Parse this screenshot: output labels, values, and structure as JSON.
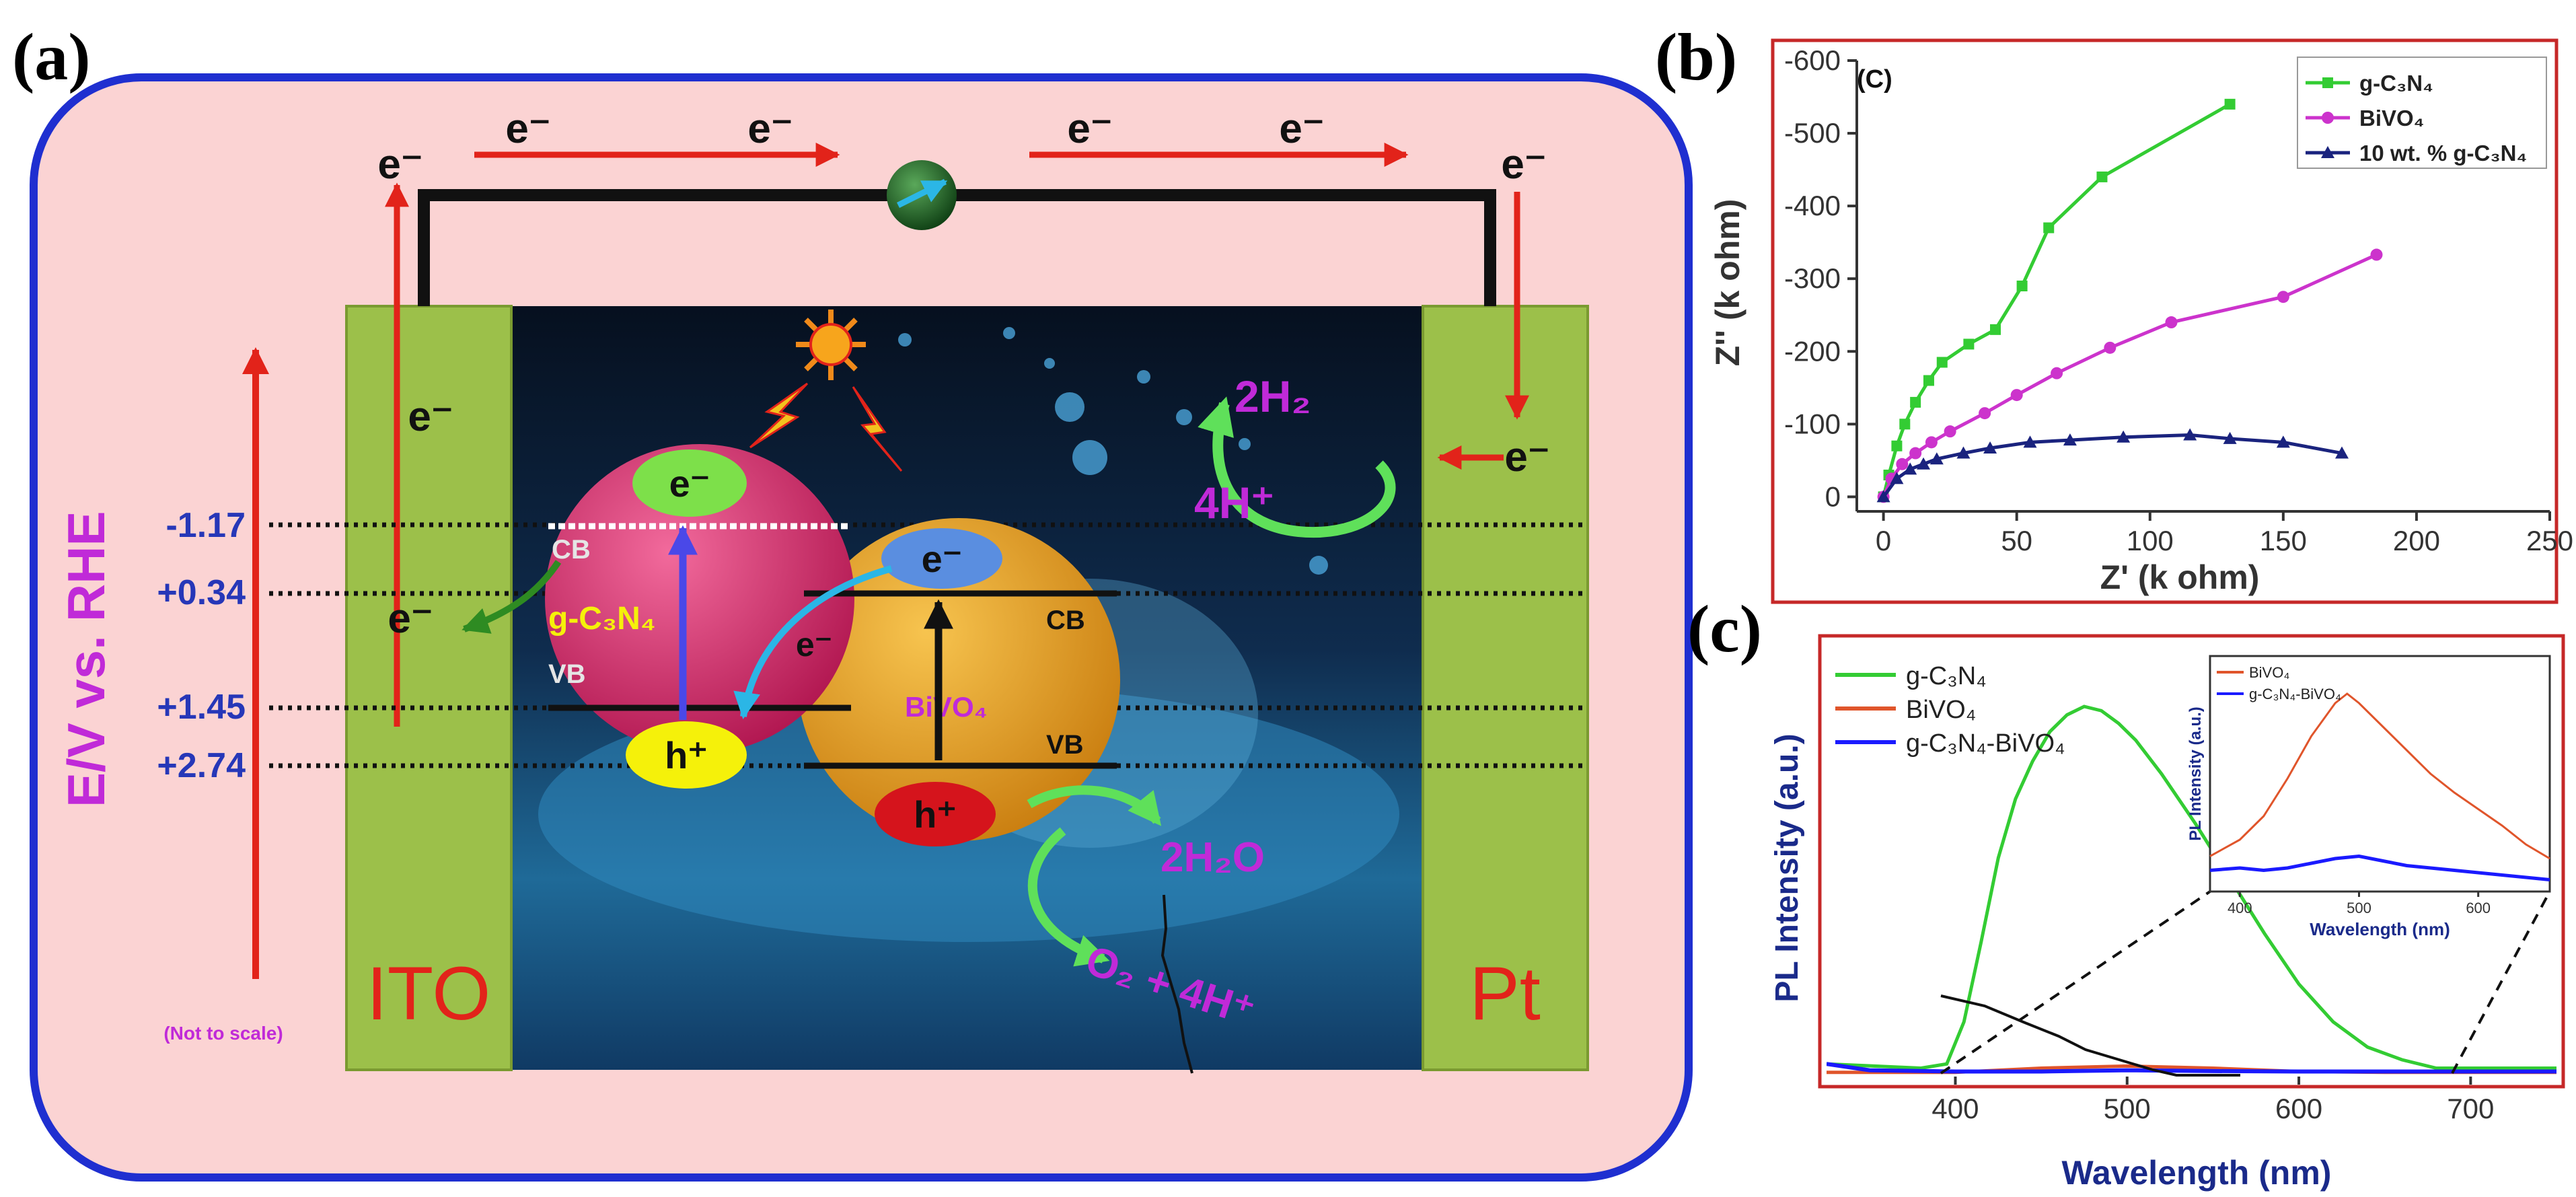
{
  "colors": {
    "outer_border": "#1f2fd0",
    "panel_bg": "#f9cfcf",
    "electrode": "#9cc04a",
    "water_dark": "#0d1d33",
    "gcn_sphere": "#d82a6b",
    "bivo4_sphere": "#e9a21e",
    "red_arrow": "#e2231a",
    "green_arrow": "#2e8b22",
    "green_outline": "#5fe05a",
    "purple_text": "#c02ad8",
    "blue_text": "#2637b8",
    "chart_green": "#33cc33",
    "chart_magenta": "#cc33cc",
    "chart_navy": "#1a237e",
    "chart_orange": "#e0552b",
    "chart_blue": "#1a1aff",
    "chart_frame": "#c62828"
  },
  "panel_a": {
    "letter": "(a)",
    "electron": "e⁻",
    "hole": "h⁺",
    "left_electrode": "ITO",
    "right_electrode": "Pt",
    "axis_label_e": "E/V vs.",
    "axis_label_rhe": "RHE",
    "note": "(Not to scale)",
    "potentials": [
      "-1.17",
      "+0.34",
      "+1.45",
      "+2.74"
    ],
    "gcn_label": "g-C₃N₄",
    "bivo4_label": "BiVO₄",
    "cb": "CB",
    "vb": "VB",
    "h2": "2H₂",
    "four_h_plus": "4H⁺",
    "water": "2H₂O",
    "oxygen": "O₂ + 4H⁺"
  },
  "panel_b": {
    "letter": "(b)",
    "inset_tag": "(C)",
    "chart_data": {
      "type": "line",
      "xlabel": "Z' (k ohm)",
      "ylabel": "Z'' (k ohm)",
      "xlim": [
        -10,
        250
      ],
      "ylim": [
        20,
        -600
      ],
      "xticks": [
        "0",
        "50",
        "100",
        "150",
        "200",
        "250"
      ],
      "yticks": [
        "0",
        "-100",
        "-200",
        "-300",
        "-400",
        "-500",
        "-600"
      ],
      "legend_position": "top-right",
      "series": [
        {
          "name": "g-C₃N₄",
          "marker": "square",
          "x": [
            0,
            2,
            5,
            8,
            12,
            17,
            22,
            32,
            42,
            52,
            62,
            82,
            130
          ],
          "y": [
            0,
            -30,
            -70,
            -100,
            -130,
            -160,
            -185,
            -210,
            -230,
            -290,
            -370,
            -440,
            -540
          ]
        },
        {
          "name": "BiVO₄",
          "marker": "circle",
          "x": [
            0,
            3,
            7,
            12,
            18,
            25,
            38,
            50,
            65,
            85,
            108,
            150,
            185
          ],
          "y": [
            0,
            -25,
            -45,
            -60,
            -75,
            -90,
            -115,
            -140,
            -170,
            -205,
            -240,
            -275,
            -333
          ]
        },
        {
          "name": "10 wt. % g-C₃N₄",
          "marker": "triangle",
          "x": [
            0,
            5,
            10,
            15,
            20,
            30,
            40,
            55,
            70,
            90,
            115,
            130,
            150,
            172
          ],
          "y": [
            0,
            -25,
            -38,
            -45,
            -52,
            -60,
            -67,
            -75,
            -78,
            -82,
            -85,
            -80,
            -75,
            -60
          ]
        }
      ]
    }
  },
  "panel_c": {
    "letter": "(c)",
    "chart_data": {
      "type": "line",
      "xlabel": "Wavelength (nm)",
      "ylabel": "PL Intensity (a.u.)",
      "xlim": [
        325,
        750
      ],
      "ylim": [
        0,
        1
      ],
      "xticks": [
        "400",
        "500",
        "600",
        "700"
      ],
      "legend_position": "top-left",
      "series": [
        {
          "name": "g-C₃N₄",
          "x": [
            325,
            380,
            395,
            405,
            415,
            425,
            435,
            445,
            455,
            465,
            475,
            485,
            495,
            505,
            520,
            540,
            560,
            580,
            600,
            620,
            640,
            660,
            680,
            700,
            750
          ],
          "y": [
            0.03,
            0.02,
            0.03,
            0.13,
            0.32,
            0.52,
            0.66,
            0.75,
            0.82,
            0.86,
            0.88,
            0.87,
            0.84,
            0.8,
            0.72,
            0.6,
            0.47,
            0.34,
            0.22,
            0.13,
            0.07,
            0.04,
            0.02,
            0.02,
            0.02
          ]
        },
        {
          "name": "BiVO₄",
          "x": [
            325,
            400,
            450,
            500,
            550,
            600,
            650,
            700,
            750
          ],
          "y": [
            0.01,
            0.01,
            0.02,
            0.025,
            0.02,
            0.012,
            0.01,
            0.01,
            0.01
          ]
        },
        {
          "name": "g-C₃N₄-BiVO₄",
          "x": [
            325,
            350,
            400,
            450,
            500,
            550,
            600,
            650,
            700,
            750
          ],
          "y": [
            0.03,
            0.015,
            0.012,
            0.012,
            0.015,
            0.013,
            0.012,
            0.012,
            0.012,
            0.012
          ]
        }
      ],
      "inset": {
        "xlabel": "Wavelength (nm)",
        "ylabel": "PL Intensity (a.u.)",
        "xlim": [
          375,
          660
        ],
        "xticks": [
          "400",
          "500",
          "600"
        ],
        "series": [
          {
            "name": "BiVO₄",
            "x": [
              375,
              400,
              420,
              440,
              460,
              480,
              490,
              500,
              520,
              540,
              560,
              580,
              600,
              620,
              640,
              660
            ],
            "y": [
              0.15,
              0.22,
              0.32,
              0.48,
              0.66,
              0.8,
              0.84,
              0.8,
              0.7,
              0.6,
              0.5,
              0.42,
              0.35,
              0.28,
              0.2,
              0.14
            ]
          },
          {
            "name": "g-C₃N₄-BiVO₄",
            "x": [
              375,
              400,
              420,
              440,
              460,
              480,
              500,
              520,
              540,
              560,
              580,
              600,
              620,
              640,
              660
            ],
            "y": [
              0.09,
              0.1,
              0.09,
              0.1,
              0.12,
              0.14,
              0.15,
              0.13,
              0.11,
              0.1,
              0.09,
              0.08,
              0.07,
              0.06,
              0.05
            ]
          }
        ]
      }
    }
  }
}
